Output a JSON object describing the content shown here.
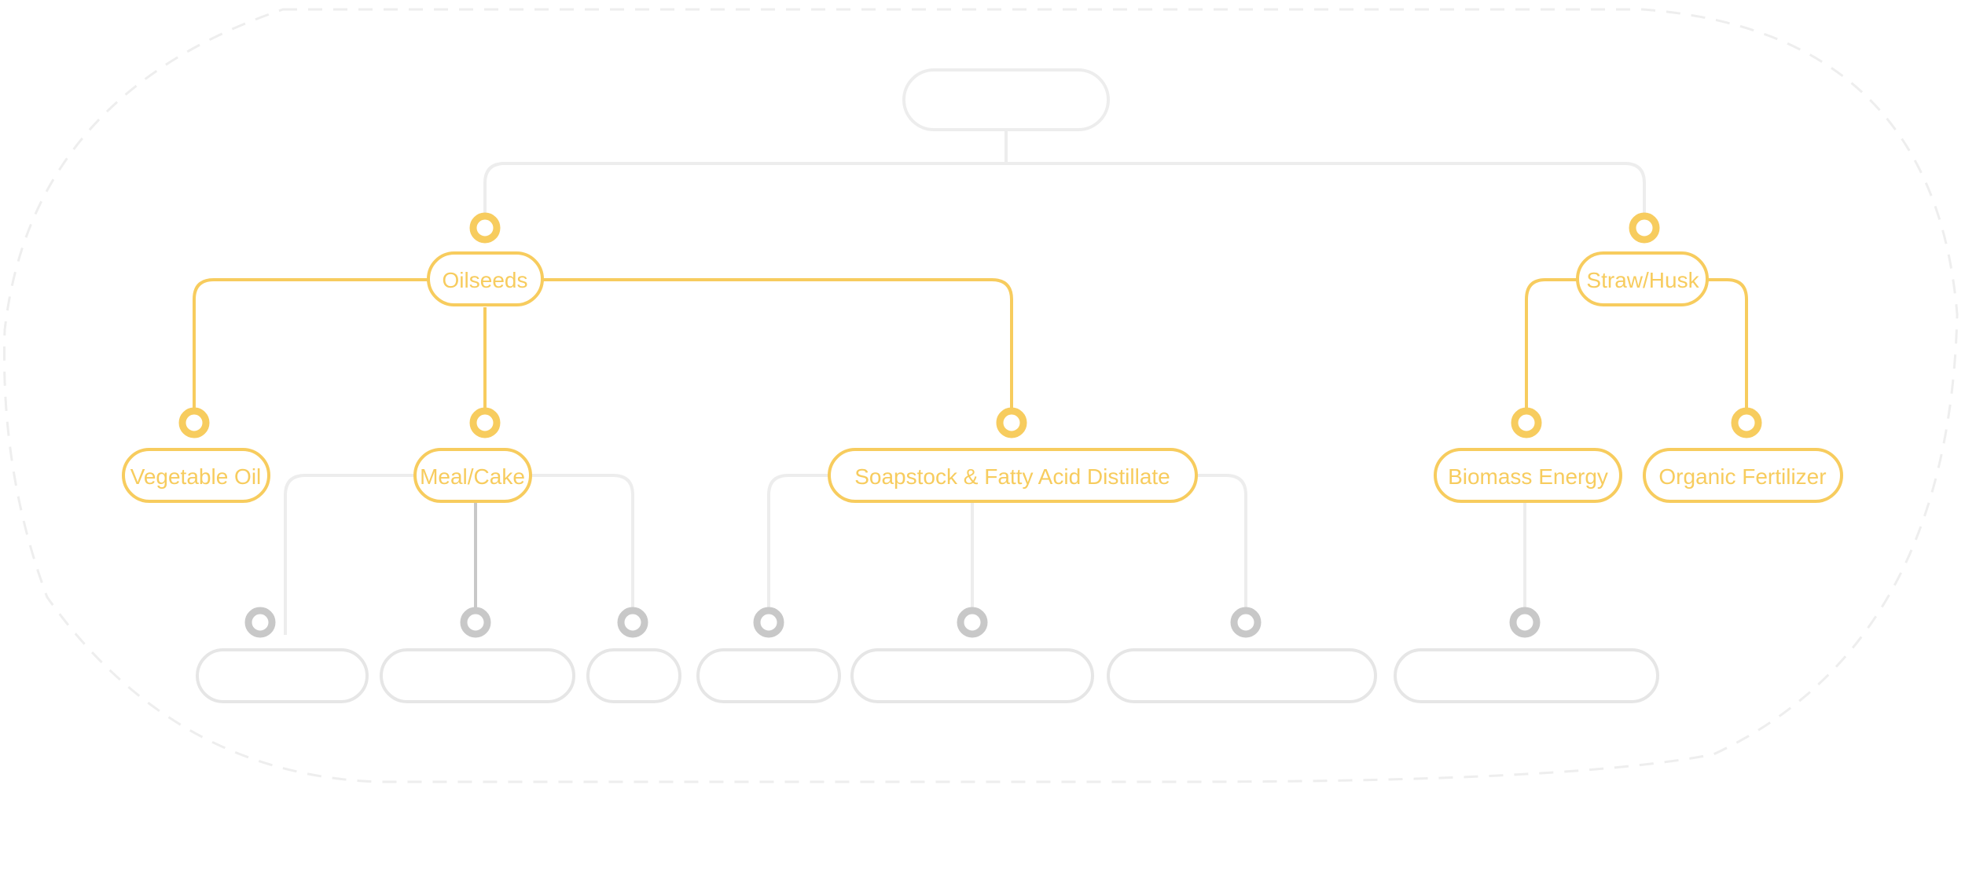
{
  "colors": {
    "accent": "#F7CC5E",
    "muted_line": "#EDEDED",
    "muted_dot": "#C8C8C8",
    "mid_line": "#C8C8C8",
    "halo": "#EEEEEE",
    "background": "#FFFFFF"
  },
  "nodes": {
    "root": {
      "label": ""
    },
    "oilseeds": {
      "label": "Oilseeds"
    },
    "straw_husk": {
      "label": "Straw/Husk"
    },
    "vegetable_oil": {
      "label": "Vegetable Oil"
    },
    "meal_cake": {
      "label": "Meal/Cake"
    },
    "soapstock": {
      "label": "Soapstock & Fatty Acid Distillate"
    },
    "biomass_energy": {
      "label": "Biomass Energy"
    },
    "organic_fertilizer": {
      "label": "Organic Fertilizer"
    },
    "leaf_1": {
      "label": ""
    },
    "leaf_2": {
      "label": ""
    },
    "leaf_3": {
      "label": ""
    },
    "leaf_4": {
      "label": ""
    },
    "leaf_5": {
      "label": ""
    },
    "leaf_6": {
      "label": ""
    },
    "leaf_7": {
      "label": ""
    }
  }
}
